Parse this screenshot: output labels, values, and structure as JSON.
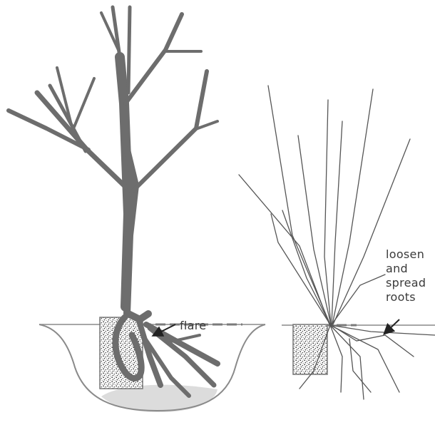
{
  "labels": {
    "flare": "flare",
    "loosen_lines": [
      "loosen",
      "and",
      "spread",
      "roots"
    ]
  },
  "colors": {
    "branch": "#6d6d6d",
    "grass_line": "#555555",
    "soil_fill": "#dcdcdc",
    "hole_outline": "#8a8a8a",
    "arrow": "#222222",
    "text": "#3a3a3a"
  }
}
